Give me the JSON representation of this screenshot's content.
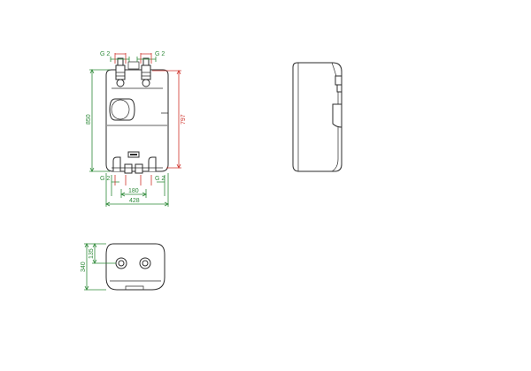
{
  "dimensions": {
    "front_top_left": "G 2",
    "front_top_right": "G 2",
    "front_bottom_left": "G 2",
    "front_bottom_right": "G 2",
    "center_spacing": "180",
    "overall_width": "428",
    "overall_height": "850",
    "inlet_height": "797",
    "depth": "340",
    "pipe_offset": "135"
  },
  "colors": {
    "dimension_primary": "#2f8a3a",
    "dimension_secondary": "#d0342c",
    "outline": "#2b2b2b"
  }
}
